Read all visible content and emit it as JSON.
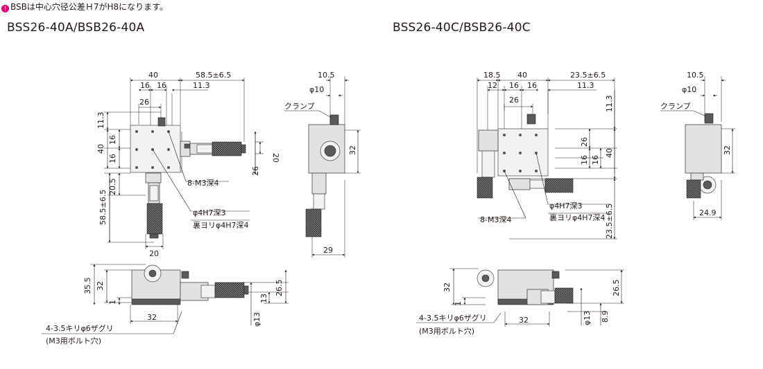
{
  "note": {
    "mark": "!",
    "text": "BSBは中心穴径公差Ｈ7がH8になります。"
  },
  "left": {
    "title": "BSS26-40A/BSB26-40A",
    "top_view": {
      "dims": [
        "40",
        "58.5±6.5",
        "16",
        "16",
        "11.3",
        "26",
        "11.3",
        "40",
        "16",
        "16",
        "20",
        "26",
        "20.5",
        "58.5±6.5",
        "20"
      ],
      "callouts": [
        "8-M3深4",
        "φ4H7深3",
        "裏ヨリφ4H7深4"
      ]
    },
    "side_view": {
      "dims": [
        "10.5",
        "φ10",
        "32",
        "29"
      ],
      "callouts": [
        "クランプ"
      ]
    },
    "front_view": {
      "dims": [
        "35.5",
        "32",
        "1",
        "26.5",
        "13",
        "32",
        "φ13"
      ],
      "callouts": [
        "4-3.5キリφ6ザグリ",
        "(M3用ボルト穴)"
      ]
    }
  },
  "right": {
    "title": "BSS26-40C/BSB26-40C",
    "top_view": {
      "dims": [
        "18.5",
        "40",
        "23.5±6.5",
        "12",
        "16",
        "16",
        "11.3",
        "26",
        "11.3",
        "26",
        "16",
        "40",
        "16",
        "23.5±6.5"
      ],
      "callouts": [
        "8-M3深4",
        "φ4H7深3",
        "裏ヨリφ4H7深4"
      ]
    },
    "side_view": {
      "dims": [
        "10.5",
        "φ10",
        "32",
        "24.9"
      ],
      "callouts": [
        "クランプ"
      ]
    },
    "front_view": {
      "dims": [
        "32",
        "1",
        "26.5",
        "φ13",
        "8.9",
        "32"
      ],
      "callouts": [
        "4-3.5キリφ6ザグリ",
        "(M3用ボルト穴)"
      ]
    }
  }
}
